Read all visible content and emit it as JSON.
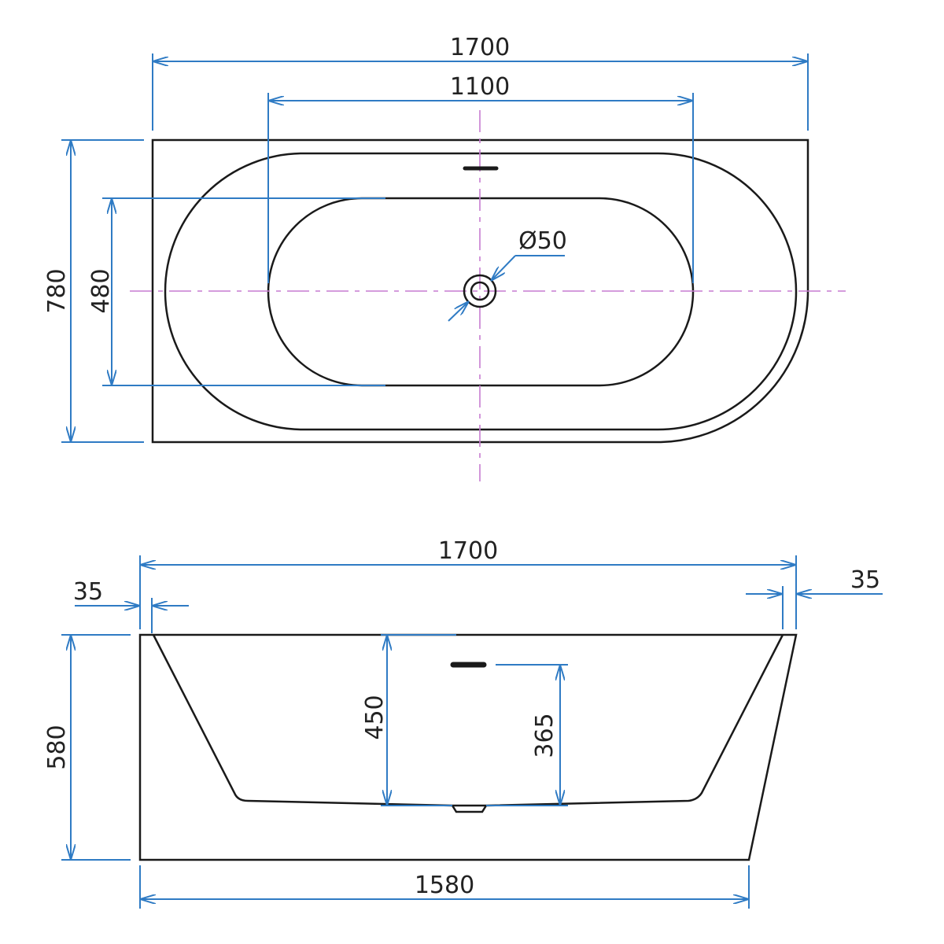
{
  "colors": {
    "dimension": "#2f7bc4",
    "centerline": "#c77cd0",
    "outline": "#1a1a1a"
  },
  "top_view": {
    "overall_length": "1700",
    "inner_length": "1100",
    "overall_width": "780",
    "inner_width": "480",
    "drain_diameter": "Ø50"
  },
  "side_view": {
    "overall_length": "1700",
    "rim_left": "35",
    "rim_right": "35",
    "height": "580",
    "inner_depth": "450",
    "overflow_height": "365",
    "base_length": "1580"
  }
}
